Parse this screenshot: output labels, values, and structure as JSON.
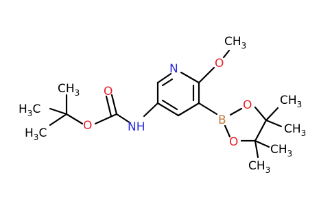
{
  "colors": {
    "bond": "#000000",
    "carbon_label": "#000000",
    "oxygen": "#e8202a",
    "nitrogen": "#2a2ad8",
    "boron": "#c17a3a"
  },
  "atoms": {
    "pyridine_n": "N",
    "amine_nh": "NH",
    "carbonyl_o": "O",
    "ester_o": "O",
    "methoxy_o": "O",
    "boron": "B",
    "dioxaborolane_o_top": "O",
    "dioxaborolane_o_bottom": "O"
  },
  "groups": {
    "methoxy_ch3": {
      "main": "CH",
      "sub": "3"
    },
    "tbu_ch3_top": {
      "main": "CH",
      "sub": "3"
    },
    "tbu_h3c_left": {
      "pre": "H",
      "sub": "3",
      "post": "C"
    },
    "tbu_h3c_bottom": {
      "pre": "H",
      "sub": "3",
      "post": "C"
    },
    "pin_ch3_1": {
      "main": "CH",
      "sub": "3"
    },
    "pin_ch3_2": {
      "main": "CH",
      "sub": "3"
    },
    "pin_ch3_3": {
      "main": "CH",
      "sub": "3"
    },
    "pin_ch3_4": {
      "main": "CH",
      "sub": "3"
    }
  }
}
